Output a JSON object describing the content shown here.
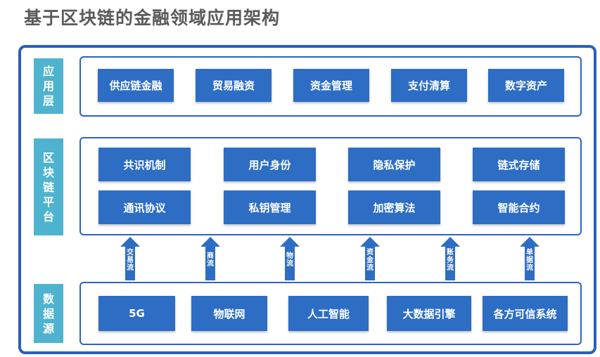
{
  "title": "基于区块链的金融领域应用架构",
  "layers": {
    "application": {
      "label": "应用层",
      "items": [
        "供应链金融",
        "贸易融资",
        "资金管理",
        "支付清算",
        "数字资产"
      ]
    },
    "platform": {
      "label": "区块链平台",
      "row1": [
        "共识机制",
        "用户身份",
        "隐私保护",
        "链式存储"
      ],
      "row2": [
        "通讯协议",
        "私钥管理",
        "加密算法",
        "智能合约"
      ]
    },
    "data": {
      "label": "数据源",
      "items": [
        "5G",
        "物联网",
        "人工智能",
        "大数据引擎",
        "各方可信系统"
      ]
    }
  },
  "flows": [
    "交易流",
    "商流",
    "物流",
    "资金流",
    "账务流",
    "单据流"
  ],
  "colors": {
    "frame_border": "#2a5fc0",
    "side_label": "#4eb3ce",
    "button": "#2d6dc4",
    "arrow": "#2d6dc4",
    "title": "#5a5a5a"
  }
}
